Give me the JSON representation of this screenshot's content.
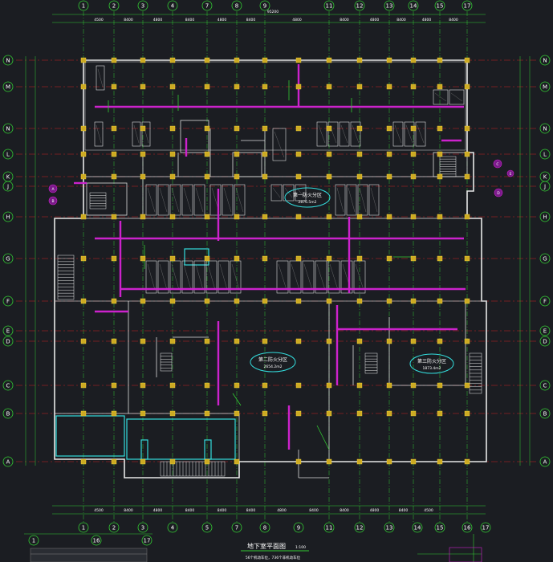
{
  "drawing": {
    "title": "地下室平面图",
    "scale": "1:100",
    "subtitle": "56个机动车位，736个非机动车位",
    "total_width_dim": "95200"
  },
  "column_axes": [
    "1",
    "2",
    "3",
    "4",
    "7",
    "8",
    "9",
    "11",
    "12",
    "13",
    "14",
    "15",
    "16",
    "17"
  ],
  "row_axes_right": [
    "N",
    "M",
    "N",
    "L",
    "K",
    "J",
    "H",
    "G",
    "F",
    "E",
    "D",
    "C",
    "B",
    "A"
  ],
  "row_axes_left": [
    "N",
    "M",
    "N",
    "L",
    "K",
    "J",
    "H",
    "G",
    "F",
    "E",
    "D",
    "C",
    "B",
    "A"
  ],
  "bottom_axes": [
    "1",
    "2",
    "3",
    "4",
    "5",
    "7",
    "8",
    "9",
    "11",
    "12",
    "13",
    "14",
    "15",
    "16",
    "17"
  ],
  "legend_axes": [
    "1",
    "16",
    "17"
  ],
  "top_dims": [
    "4500",
    "8400",
    "4800",
    "8400",
    "4800",
    "8400",
    "4800",
    "8400",
    "4800",
    "8400",
    "4800",
    "8400",
    "4500"
  ],
  "bottom_dims": [
    "4500",
    "8400",
    "4800",
    "8400",
    "8400",
    "8400",
    "4800",
    "8400",
    "8400",
    "4800",
    "8400",
    "4500"
  ],
  "zones": [
    {
      "name": "第一防火分区",
      "area": "2876.5m2"
    },
    {
      "name": "第二防火分区",
      "area": "2654.2m2"
    },
    {
      "name": "第三防火分区",
      "area": "1873.4m2"
    }
  ],
  "callouts": [
    "A",
    "B",
    "C",
    "D",
    "E"
  ],
  "colors": {
    "background": "#1b1d22",
    "axis": "#33cc33",
    "grid": "#cc2222",
    "wall": "#ffffff",
    "duct": "#cc22cc",
    "column": "#ccaa22",
    "zone": "#33dddd"
  }
}
